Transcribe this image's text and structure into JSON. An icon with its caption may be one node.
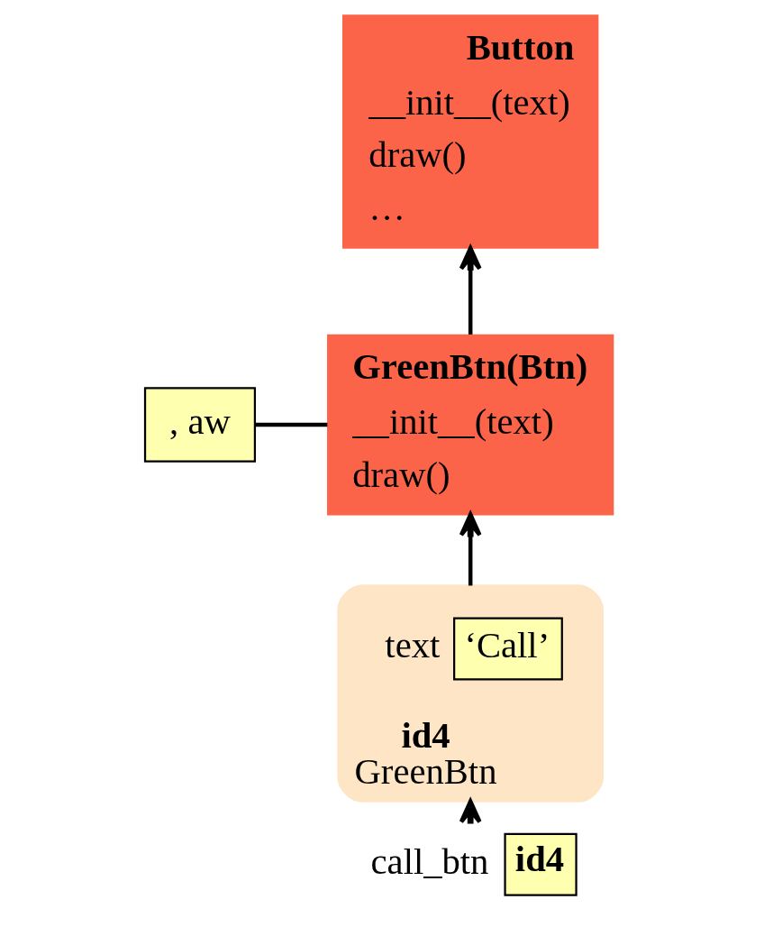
{
  "diagram": {
    "nodes": [
      {
        "text": [
          "Button",
          "__init__(text)",
          "draw()",
          "…"
        ]
      },
      {
        "text": [
          "GreenBtn(Btn)",
          "__init__(text)",
          "draw()"
        ]
      },
      {
        "text": [
          ", aw"
        ]
      },
      {
        "text": [
          "id4",
          "GreenBtn"
        ]
      },
      {
        "text": [
          "‘Call’"
        ],
        "beside": [
          "text"
        ],
        "in": 3
      },
      {
        "text": [
          "id4"
        ],
        "beside": [
          "call_btn"
        ]
      }
    ],
    "edges": [
      {
        "from": 1,
        "to": 0,
        "arrow": "to"
      },
      {
        "from": 3,
        "to": 1,
        "arrow": "to"
      },
      {
        "from": 5,
        "to": 3,
        "arrow": "to"
      },
      {
        "from": 2,
        "to": 1,
        "arrow": "none"
      }
    ]
  }
}
